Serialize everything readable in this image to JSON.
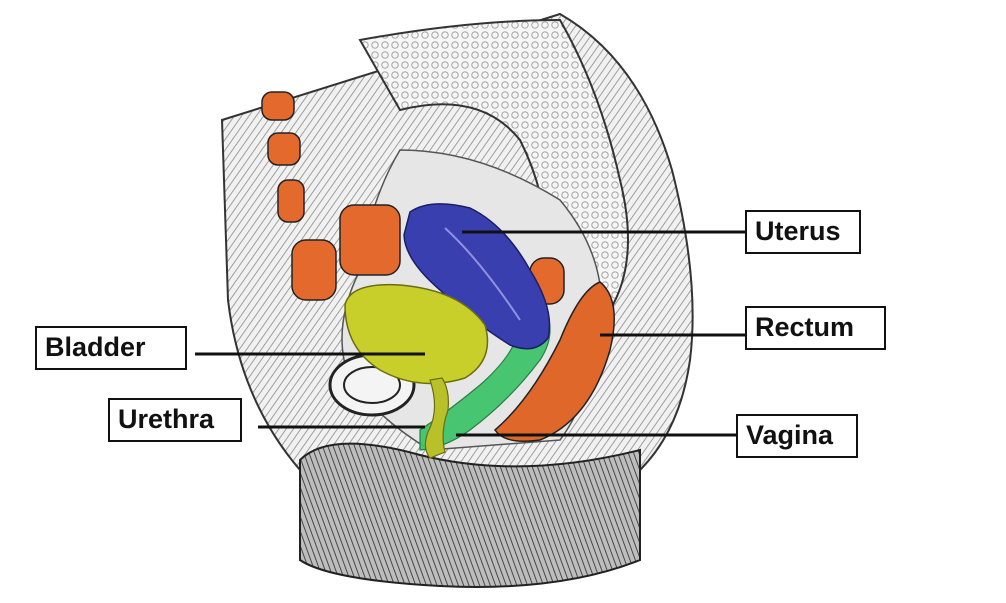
{
  "labels": {
    "uterus": "Uterus",
    "rectum": "Rectum",
    "vagina": "Vagina",
    "bladder": "Bladder",
    "urethra": "Urethra"
  },
  "colors": {
    "uterus": "#3a3fb0",
    "rectum": "#e0672a",
    "vagina": "#3fc46a",
    "bladder": "#c9cf2a",
    "urethra": "#b9c12a",
    "bone": "#e36a2c",
    "tissue": "#d9d9d9",
    "ink": "#1a1a1a"
  }
}
